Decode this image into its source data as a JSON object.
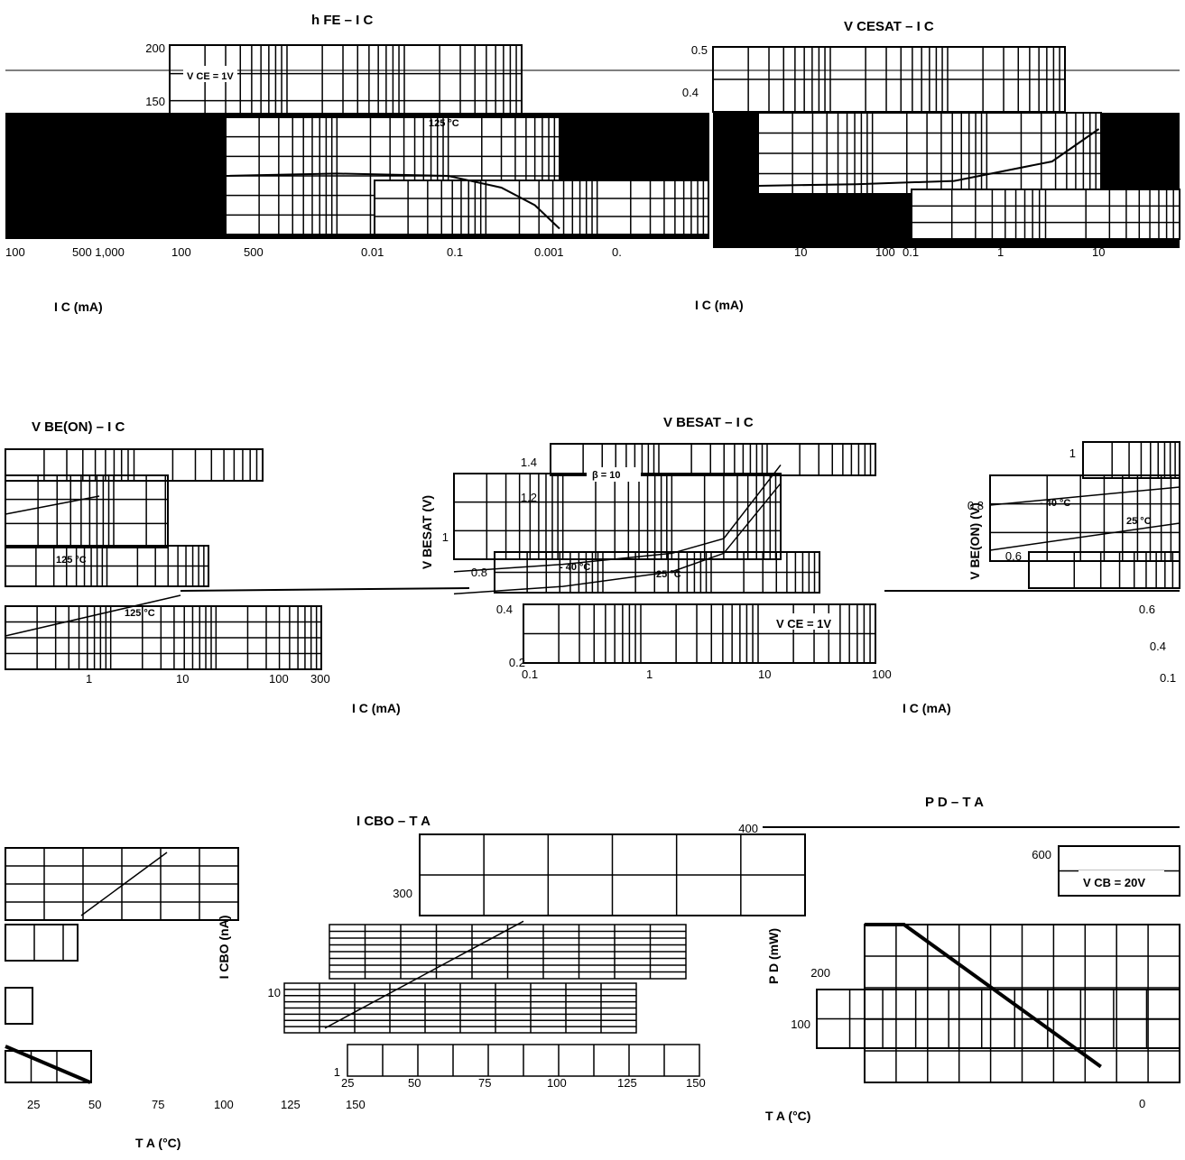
{
  "charts": [
    {
      "id": "hfe-ic",
      "title": "h FE  –  I C",
      "xlabel": "I C  (mA)",
      "ylabel": "",
      "x_ticks": [
        "100",
        "500 1,000",
        "100",
        "500",
        "0.01",
        "0.1",
        "0.001",
        "0."
      ],
      "y_ticks": [
        "200",
        "150"
      ],
      "conditions": [
        "V CE = 1V"
      ],
      "curve_labels": [
        "125 °C"
      ]
    },
    {
      "id": "vcesat-ic",
      "title": "V CESAT  –  I C",
      "xlabel": "I C  (mA)",
      "ylabel": "",
      "x_ticks": [
        "10",
        "100",
        "0.1",
        "1",
        "10"
      ],
      "y_ticks": [
        "0.5",
        "0.4"
      ],
      "conditions": [],
      "curve_labels": []
    },
    {
      "id": "vbeon-ic",
      "title": "V BE(ON)  –  I C",
      "xlabel": "I C  (mA)",
      "ylabel": "",
      "x_ticks": [
        "1",
        "10",
        "100",
        "300"
      ],
      "y_ticks": [],
      "conditions": [],
      "curve_labels": [
        "125 °C",
        "125 °C"
      ]
    },
    {
      "id": "vbesat-ic",
      "title": "V BESAT  –  I C",
      "xlabel": "I C  (mA)",
      "ylabel": "V BESAT (V)",
      "x_ticks": [
        "0.1",
        "1",
        "10",
        "100"
      ],
      "y_ticks": [
        "1.4",
        "1.2",
        "1",
        "0.8",
        "0.4",
        "0.2"
      ],
      "conditions": [
        "β = 10",
        "V CE = 1V"
      ],
      "curve_labels": [
        "- 40 °C",
        "25 °C"
      ]
    },
    {
      "id": "vbeon-right",
      "title": "",
      "xlabel": "",
      "ylabel": "V BE(ON) (V)",
      "x_ticks": [
        "0.1"
      ],
      "y_ticks": [
        "1",
        "0.8",
        "0.6",
        "0.6",
        "0.4"
      ],
      "conditions": [],
      "curve_labels": [
        "- 40 °C",
        "25 °C"
      ]
    },
    {
      "id": "icbo-ta",
      "title": "I CBO  –  T A",
      "xlabel": "T A  (°C)",
      "ylabel": "I CBO (nA)",
      "x_ticks": [
        "25",
        "50",
        "75",
        "100",
        "125",
        "150"
      ],
      "y_ticks": [
        "10",
        "1"
      ],
      "conditions": [],
      "curve_labels": []
    },
    {
      "id": "pd-ta",
      "title": "P D  –  T A",
      "xlabel": "T A  (°C)",
      "ylabel": "P D (mW)",
      "x_ticks": [
        "0"
      ],
      "y_ticks": [
        "400",
        "300",
        "200",
        "100"
      ],
      "conditions": [
        "V CB = 20V"
      ],
      "curve_labels": []
    }
  ],
  "chart_data": [
    {
      "type": "line",
      "title": "h FE – I C",
      "xlabel": "I C (mA)",
      "ylabel": "",
      "y_ticks": [
        200,
        150
      ],
      "ylim": [
        100,
        200
      ],
      "x_scale": "log",
      "series": [
        {
          "name": "125 °C",
          "x": [
            0.1,
            1,
            10,
            30,
            60,
            100
          ],
          "y": [
            150,
            152,
            150,
            140,
            125,
            105
          ]
        }
      ],
      "grid": true
    },
    {
      "type": "line",
      "title": "V CESAT – I C",
      "xlabel": "I C (mA)",
      "ylabel": "",
      "y_ticks": [
        0.5,
        0.4
      ],
      "ylim": [
        0,
        0.5
      ],
      "x_scale": "log",
      "series": [
        {
          "name": "",
          "x": [
            0.1,
            1,
            10,
            100,
            300
          ],
          "y": [
            0.05,
            0.06,
            0.08,
            0.2,
            0.4
          ]
        }
      ],
      "grid": true
    },
    {
      "type": "line",
      "title": "V BESAT – I C",
      "xlabel": "I C (mA)",
      "ylabel": "V BESAT (V)",
      "x_ticks": [
        0.1,
        1,
        10,
        100
      ],
      "y_ticks": [
        1.4,
        1.2,
        1,
        0.8,
        0.4,
        0.2
      ],
      "xlim": [
        0.1,
        100
      ],
      "ylim": [
        0.2,
        1.4
      ],
      "x_scale": "log",
      "series": [
        {
          "name": "- 40 °C",
          "x": [
            0.1,
            1,
            10,
            30,
            100
          ],
          "y": [
            0.72,
            0.76,
            0.82,
            0.9,
            1.3
          ]
        },
        {
          "name": "25 °C",
          "x": [
            0.1,
            1,
            10,
            30,
            100
          ],
          "y": [
            0.6,
            0.64,
            0.72,
            0.82,
            1.2
          ]
        }
      ],
      "grid": true
    },
    {
      "type": "line",
      "title": "I CBO – T A",
      "xlabel": "T A (°C)",
      "ylabel": "I CBO (nA)",
      "x_ticks": [
        25,
        50,
        75,
        100,
        125,
        150
      ],
      "xlim": [
        25,
        150
      ],
      "ylim": [
        1,
        100
      ],
      "y_scale": "log",
      "series": [
        {
          "name": "",
          "x": [
            25,
            150
          ],
          "y": [
            1.2,
            80
          ]
        }
      ],
      "grid": true
    },
    {
      "type": "line",
      "title": "P D – T A",
      "xlabel": "T A (°C)",
      "ylabel": "P D (mW)",
      "y_ticks": [
        400,
        300,
        200,
        100
      ],
      "ylim": [
        0,
        400
      ],
      "series": [
        {
          "name": "",
          "x": [
            0,
            25,
            150
          ],
          "y": [
            300,
            300,
            0
          ]
        }
      ],
      "grid": true
    }
  ]
}
